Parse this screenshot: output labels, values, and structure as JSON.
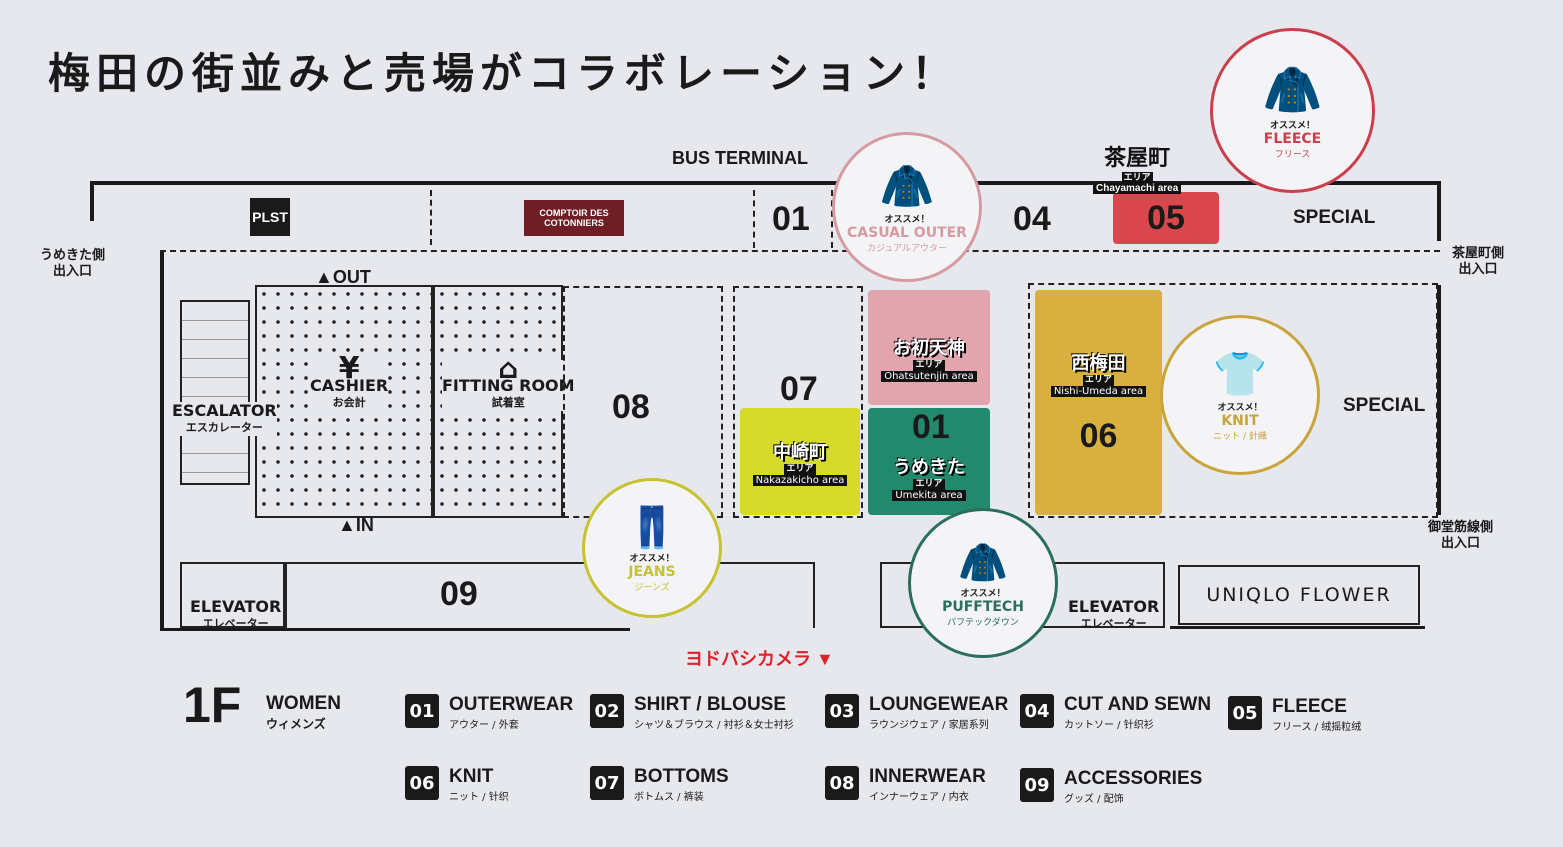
{
  "title": "梅田の街並みと売場がコラボレーション！",
  "map": {
    "bus_terminal": "BUS TERMINAL",
    "plst": "PLST",
    "comptoir": "COMPTOIR DES COTONNIERS",
    "out": "▲OUT",
    "in": "▲IN",
    "escalator": {
      "en": "ESCALATOR",
      "jp": "エスカレーター"
    },
    "cashier": {
      "icon": "yen-icon",
      "en": "CASHIER",
      "jp": "お会計"
    },
    "fitting": {
      "icon": "hanger-icon",
      "en": "FITTING ROOM",
      "jp": "試着室"
    },
    "elevator": {
      "en": "ELEVATOR",
      "jp": "エレベーター"
    },
    "uniqlo_flower": "UNIQLO FLOWER",
    "special": "SPECIAL",
    "yodobashi": "ヨドバシカメラ ▼",
    "entrances": {
      "umekita": "うめきた側\n出入口",
      "chayamachi": "茶屋町側\n出入口",
      "midosuji": "御堂筋線側\n出入口"
    },
    "zones": {
      "z01": "01",
      "z04": "04",
      "z05": "05",
      "z06": "06",
      "z07": "07",
      "z08": "08",
      "z09": "09"
    },
    "areas": {
      "chayamachi": {
        "jp": "茶屋町",
        "sub": "エリア",
        "en": "Chayamachi area"
      },
      "ohatsutenjin": {
        "jp": "お初天神",
        "sub": "エリア",
        "en": "Ohatsutenjin area"
      },
      "nishiumeda": {
        "jp": "西梅田",
        "sub": "エリア",
        "en": "Nishi-Umeda area"
      },
      "nakazakicho": {
        "jp": "中崎町",
        "sub": "エリア",
        "en": "Nakazakicho area"
      },
      "umekita": {
        "jp": "うめきた",
        "sub": "エリア",
        "en": "Umekita area"
      }
    },
    "colors": {
      "z05": "#d9474d",
      "ohatsutenjin": "#e2a4ad",
      "umekita": "#23896d",
      "nakazakicho": "#d6da2a",
      "nishiumeda": "#d8b03e"
    },
    "recommendations": [
      {
        "rec": "オススメ！",
        "en": "FLEECE",
        "jp": "フリース",
        "color": "#c93f4c"
      },
      {
        "rec": "オススメ！",
        "en": "CASUAL OUTER",
        "jp": "カジュアルアウター",
        "color": "#d69aa3"
      },
      {
        "rec": "オススメ！",
        "en": "KNIT",
        "jp": "ニット / 針織",
        "color": "#c8a43a"
      },
      {
        "rec": "オススメ！",
        "en": "JEANS",
        "jp": "ジーンズ",
        "color": "#c6c230"
      },
      {
        "rec": "オススメ！",
        "en": "PUFFTECH",
        "jp": "パフテックダウン",
        "color": "#2a6e5e"
      }
    ]
  },
  "legend": {
    "floor": "1F",
    "section_en": "WOMEN",
    "section_jp": "ウィメンズ",
    "items": [
      {
        "num": "01",
        "en": "OUTERWEAR",
        "jp": "アウター / 外套"
      },
      {
        "num": "02",
        "en": "SHIRT / BLOUSE",
        "jp": "シャツ＆ブラウス / 衬衫＆女士衬衫"
      },
      {
        "num": "03",
        "en": "LOUNGEWEAR",
        "jp": "ラウンジウェア / 家居系列"
      },
      {
        "num": "04",
        "en": "CUT AND SEWN",
        "jp": "カットソー / 针织衫"
      },
      {
        "num": "05",
        "en": "FLEECE",
        "jp": "フリース / 绒摇粒绒"
      },
      {
        "num": "06",
        "en": "KNIT",
        "jp": "ニット / 针织"
      },
      {
        "num": "07",
        "en": "BOTTOMS",
        "jp": "ボトムス / 裤装"
      },
      {
        "num": "08",
        "en": "INNERWEAR",
        "jp": "インナーウェア / 内衣"
      },
      {
        "num": "09",
        "en": "ACCESSORIES",
        "jp": "グッズ / 配饰"
      }
    ]
  }
}
